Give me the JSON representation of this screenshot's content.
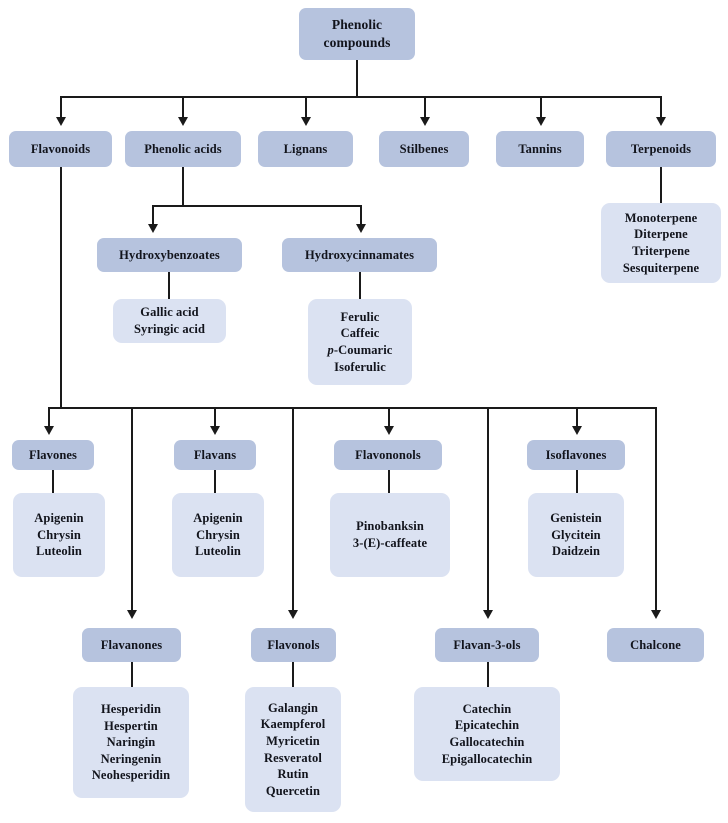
{
  "diagram": {
    "title": "Phenolic compounds classification tree",
    "colors": {
      "header_box": "#b6c3de",
      "leaf_box": "#dbe2f2",
      "connector": "#1a1a1a",
      "background": "#ffffff",
      "text": "#12141c"
    },
    "root": {
      "label_line1": "Phenolic",
      "label_line2": "compounds"
    },
    "level1": [
      {
        "label": "Flavonoids"
      },
      {
        "label": "Phenolic  acids"
      },
      {
        "label": "Lignans"
      },
      {
        "label": "Stilbenes"
      },
      {
        "label": "Tannins"
      },
      {
        "label": "Terpenoids"
      }
    ],
    "terpenoid_members": [
      "Monoterpene",
      "Diterpene",
      "Triterpene",
      "Sesquiterpene"
    ],
    "phenolic_acid_groups": [
      {
        "label": "Hydroxybenzoates",
        "members": [
          "Gallic acid",
          "Syringic acid"
        ]
      },
      {
        "label": "Hydroxycinnamates",
        "members": [
          "Ferulic",
          "Caffeic",
          "p-Coumaric",
          "Isoferulic"
        ],
        "italic_prefix_index": 2,
        "italic_prefix": "p",
        "italic_rest": "-Coumaric"
      }
    ],
    "flavonoid_groups_upper": [
      {
        "label": "Flavones",
        "members": [
          "Apigenin",
          "Chrysin",
          "Luteolin"
        ]
      },
      {
        "label": "Flavans",
        "members": [
          "Apigenin",
          "Chrysin",
          "Luteolin"
        ]
      },
      {
        "label": "Flavononols",
        "members": [
          "Pinobanksin",
          "3-(E)-caffeate"
        ]
      },
      {
        "label": "Isoflavones",
        "members": [
          "Genistein",
          "Glycitein",
          "Daidzein"
        ]
      }
    ],
    "flavonoid_groups_lower": [
      {
        "label": "Flavanones",
        "members": [
          "Hesperidin",
          "Hespertin",
          "Naringin",
          "Neringenin",
          "Neohesperidin"
        ]
      },
      {
        "label": "Flavonols",
        "members": [
          "Galangin",
          "Kaempferol",
          "Myricetin",
          "Resveratol",
          "Rutin",
          "Quercetin"
        ]
      },
      {
        "label": "Flavan-3-ols",
        "members": [
          "Catechin",
          "Epicatechin",
          "Gallocatechin",
          "Epigallocatechin"
        ]
      },
      {
        "label": "Chalcone",
        "members": []
      }
    ]
  }
}
